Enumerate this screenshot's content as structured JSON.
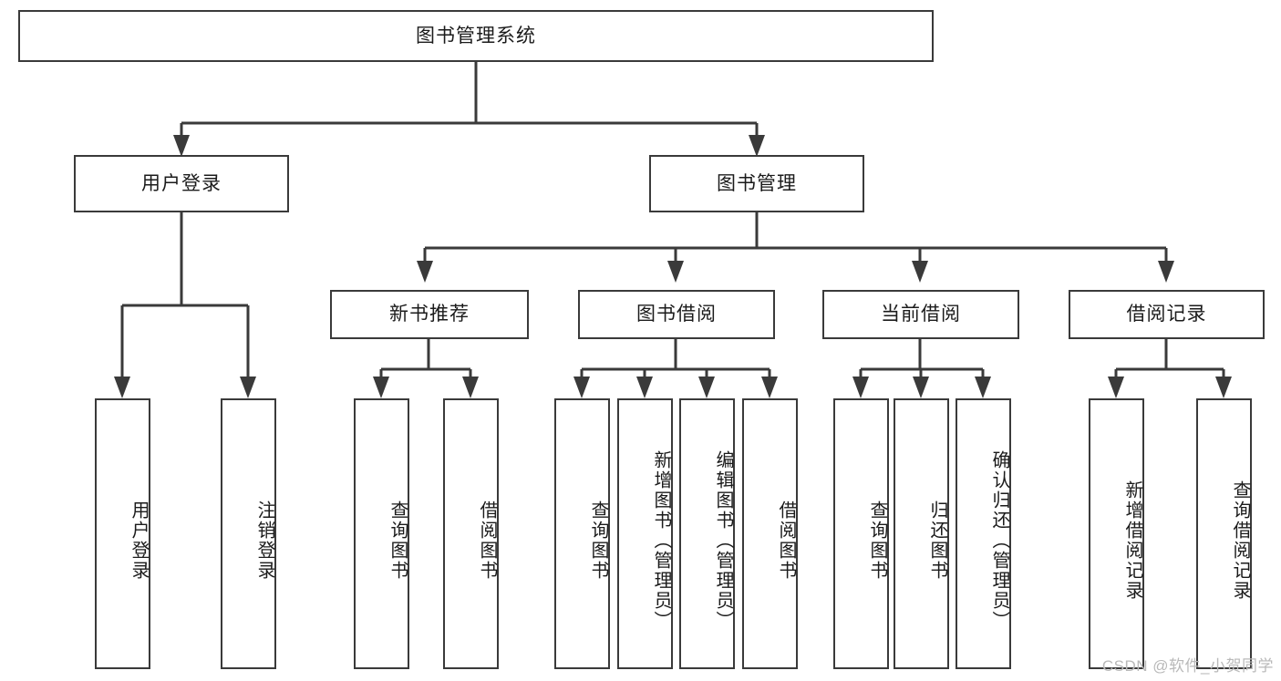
{
  "diagram": {
    "title": "图书管理系统",
    "type": "tree",
    "root": {
      "label": "图书管理系统"
    },
    "level1": [
      {
        "label": "用户登录"
      },
      {
        "label": "图书管理"
      }
    ],
    "level2": [
      {
        "label": "新书推荐"
      },
      {
        "label": "图书借阅"
      },
      {
        "label": "当前借阅"
      },
      {
        "label": "借阅记录"
      }
    ],
    "leaves": {
      "user_login": [
        {
          "label": "用户登录"
        },
        {
          "label": "注销登录"
        }
      ],
      "new_book": [
        {
          "label": "查询图书"
        },
        {
          "label": "借阅图书"
        }
      ],
      "book_borrow": [
        {
          "label": "查询图书"
        },
        {
          "label": "新增图书（管理员）"
        },
        {
          "label": "编辑图书（管理员）"
        },
        {
          "label": "借阅图书"
        }
      ],
      "current_borrow": [
        {
          "label": "查询图书"
        },
        {
          "label": "归还图书"
        },
        {
          "label": "确认归还（管理员）"
        }
      ],
      "borrow_record": [
        {
          "label": "新增借阅记录"
        },
        {
          "label": "查询借阅记录"
        }
      ]
    }
  },
  "watermark": {
    "text": "CSDN @软件_小贺同学"
  },
  "colors": {
    "border": "#3a3a3a",
    "background": "#ffffff",
    "text": "#1b1b1b",
    "watermark": "#b9b9b9"
  }
}
